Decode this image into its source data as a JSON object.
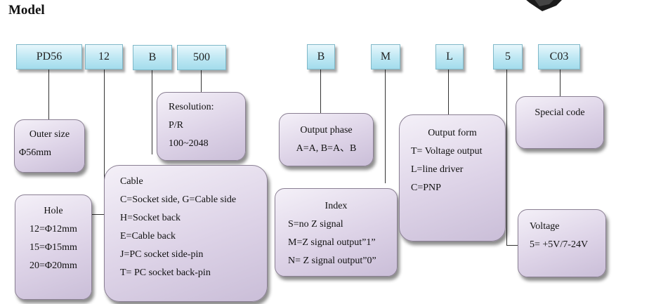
{
  "title": "Model",
  "codes": {
    "pd56": "PD56",
    "hole": "12",
    "cable": "B",
    "resolution": "500",
    "phase": "B",
    "index": "M",
    "output_form": "L",
    "voltage": "5",
    "special": "C03"
  },
  "outer_size": {
    "title": "Outer size",
    "lines": [
      "Φ56mm"
    ]
  },
  "hole": {
    "title": "Hole",
    "lines": [
      "12=Φ12mm",
      "15=Φ15mm",
      "20=Φ20mm"
    ]
  },
  "resolution": {
    "title": "Resolution:",
    "lines": [
      "P/R",
      "100~2048"
    ]
  },
  "cable": {
    "title": "Cable",
    "lines": [
      "C=Socket side, G=Cable side",
      "H=Socket back",
      "E=Cable back",
      "J=PC socket side-pin",
      "T= PC socket back-pin"
    ]
  },
  "output_phase": {
    "title": "Output phase",
    "lines": [
      "A=A, B=A、B"
    ]
  },
  "index": {
    "title": "Index",
    "lines": [
      "S=no Z signal",
      "M=Z signal output”1”",
      "N= Z signal output”0”"
    ]
  },
  "output_form": {
    "title": "Output form",
    "lines": [
      "T= Voltage output",
      "L=line driver",
      "C=PNP"
    ]
  },
  "special_code": {
    "title": "Special code"
  },
  "voltage": {
    "title": "Voltage",
    "lines": [
      "5= +5V/7-24V"
    ]
  }
}
